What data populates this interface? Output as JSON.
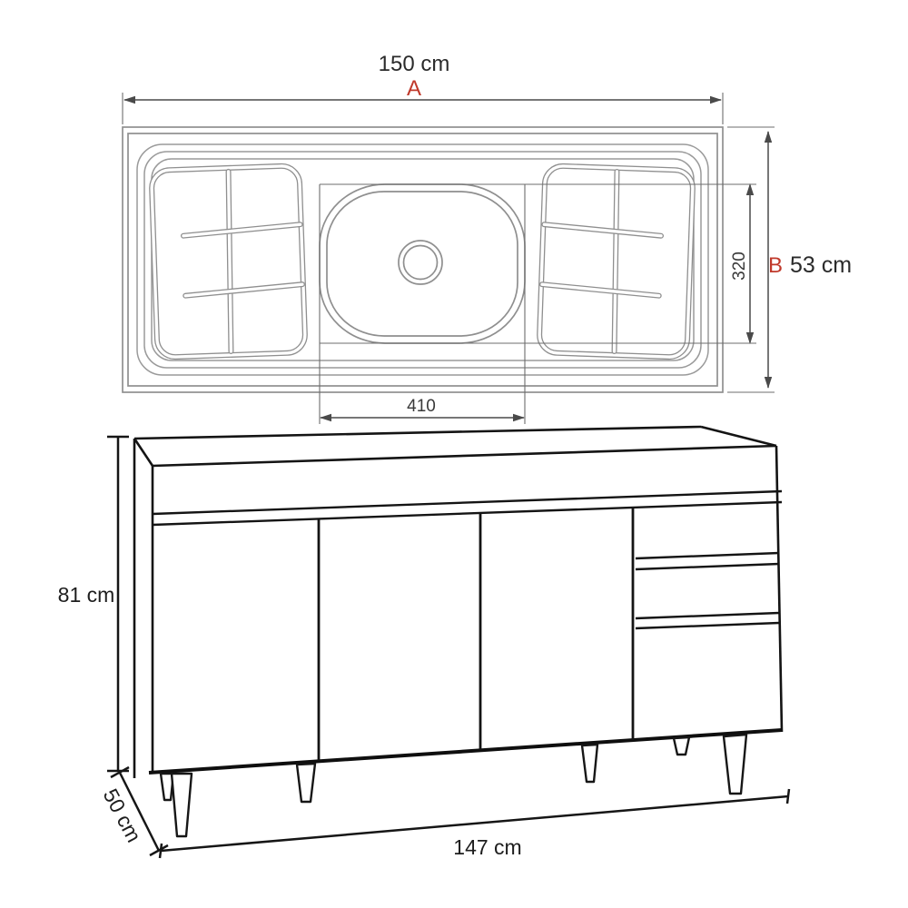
{
  "colors": {
    "background": "#ffffff",
    "accent_red": "#c0392b",
    "sink_line": "#8f8f8f",
    "dimension_line": "#4a4a4a",
    "cabinet_line": "#141414",
    "text": "#2b2b2b"
  },
  "top_view": {
    "width_label": "150 cm",
    "width_letter": "A",
    "depth_letter": "B",
    "depth_label": "53 cm",
    "basin_width_label": "410",
    "basin_depth_label": "320"
  },
  "front_view": {
    "height_label": "81 cm",
    "depth_label": "50 cm",
    "width_label": "147 cm"
  }
}
